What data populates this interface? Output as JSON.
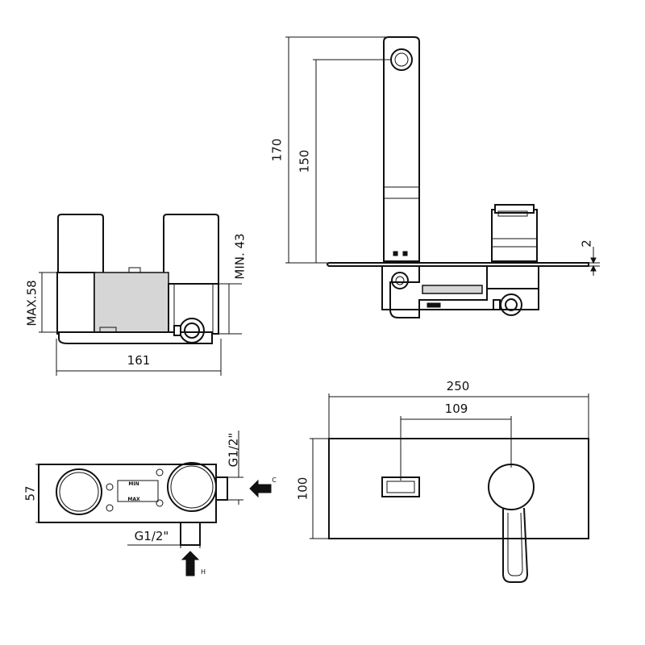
{
  "dimensions": {
    "side_max_height": "MAX.58",
    "side_min_depth": "MIN. 43",
    "side_width": "161",
    "spout_height_total": "170",
    "spout_height_outlet": "150",
    "plate_thickness": "2",
    "top_depth": "57",
    "top_outlet_thread": "G1/2\"",
    "top_inlet_thread": "G1/2\"",
    "front_plate_width": "250",
    "front_axis_distance": "109",
    "front_plate_height": "100"
  },
  "labels": {
    "cold_inlet": "C",
    "hot_inlet": "H",
    "stop_min": "MIN",
    "stop_max": "MAX"
  },
  "colors": {
    "line": "#111111",
    "shade": "#d6d6d6",
    "background": "#ffffff"
  }
}
